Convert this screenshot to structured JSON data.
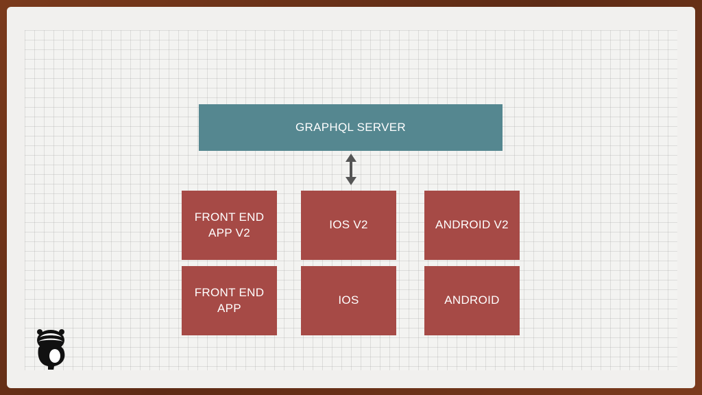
{
  "diagram": {
    "server": {
      "label": "GRAPHQL SERVER"
    },
    "clients": [
      {
        "label": "FRONT END\nAPP V2"
      },
      {
        "label": "IOS V2"
      },
      {
        "label": "ANDROID V2"
      },
      {
        "label": "FRONT END\nAPP"
      },
      {
        "label": "IOS"
      },
      {
        "label": "ANDROID"
      }
    ],
    "connector": {
      "direction": "bidirectional"
    }
  },
  "colors": {
    "frame": "#6b3219",
    "background": "#f1f0ee",
    "server": "#558790",
    "client": "#a64a46",
    "arrow": "#555555",
    "text": "#ffffff"
  },
  "icons": {
    "logo": "badger-logo-icon"
  }
}
